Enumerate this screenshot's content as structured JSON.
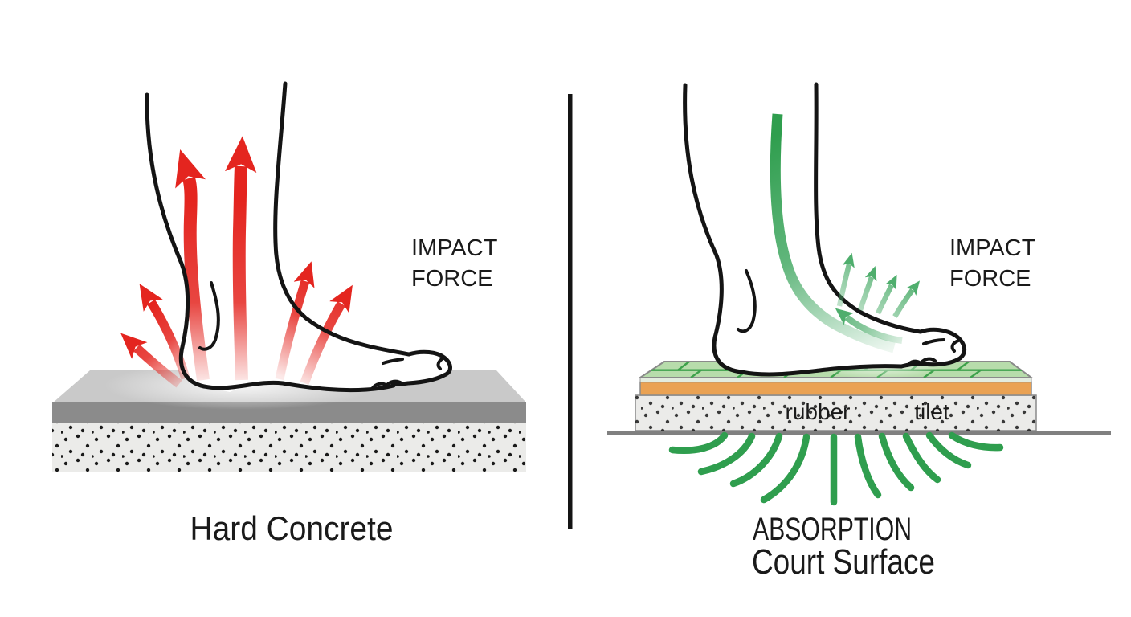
{
  "diagram": {
    "left": {
      "impact_line1": "IMPACT",
      "impact_line2": "FORCE",
      "caption": "Hard Concrete"
    },
    "right": {
      "impact_line1": "IMPACT",
      "impact_line2": "FORCE",
      "rubber_label": "rubber",
      "tile_label": "tilet",
      "caption_line1": "ABSORPTION",
      "caption_line2": "Court Surface"
    }
  },
  "colors": {
    "red_arrow": "#e4251f",
    "green_arrow": "#4fae6d",
    "green_dark": "#2f9e4e",
    "green_leg": "#2f9e4e",
    "tile_fill": "#b7dcab",
    "tile_grid": "#3da14b",
    "tile_edge": "#e3ecdf",
    "orange_layer": "#eaa253",
    "concrete_top": "#c9c9c9",
    "concrete_band": "#8b8b8b",
    "speckle_bg": "#ebebe9",
    "speckle_dot": "#1a1a1a",
    "ground": "#808080",
    "outline": "#141414",
    "text": "#1a1a1a",
    "background": "#ffffff"
  }
}
